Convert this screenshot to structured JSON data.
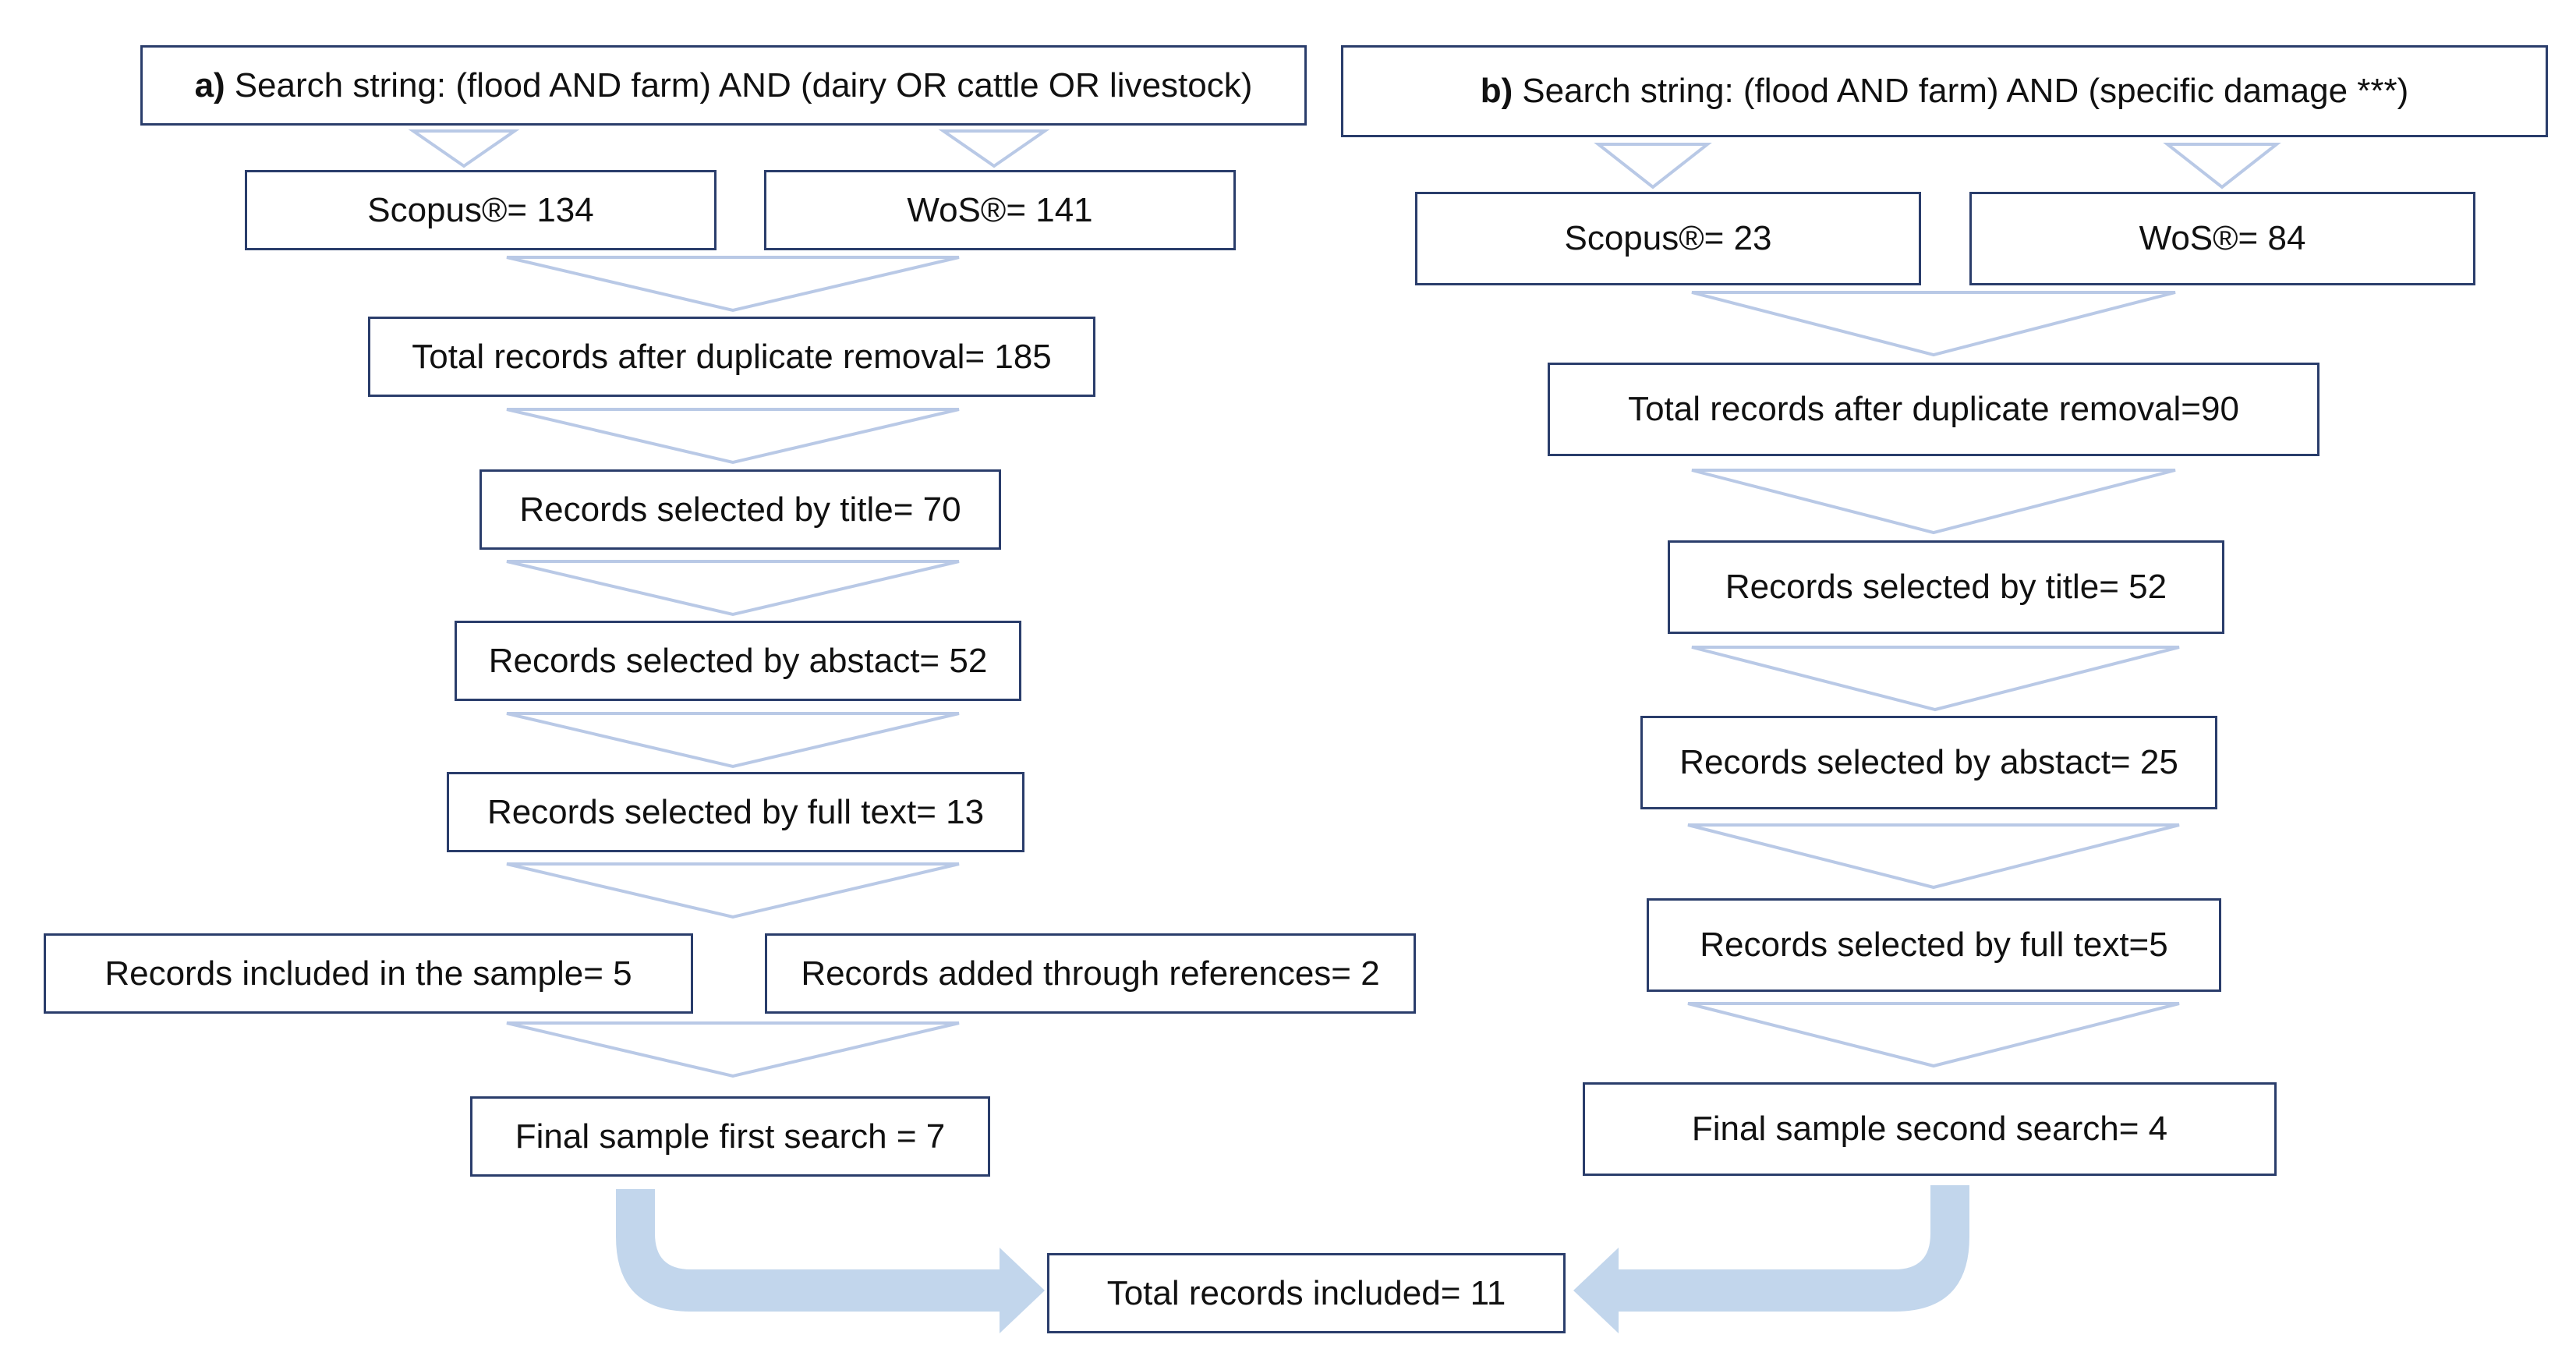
{
  "left_flow": {
    "search_prefix": "a)",
    "search_string": "Search string: (flood AND farm) AND (dairy OR cattle OR livestock)",
    "scopus": "Scopus®= 134",
    "wos": "WoS®= 141",
    "duplicates_removed": "Total records after duplicate removal= 185",
    "by_title": "Records selected by title= 70",
    "by_abstract": "Records selected by abstact=  52",
    "by_full_text": "Records selected by full text= 13",
    "included_in_sample": "Records included in the sample= 5",
    "added_through_references": "Records added through references= 2",
    "final_sample": "Final sample first search = 7"
  },
  "right_flow": {
    "search_prefix": "b)",
    "search_string": "Search string: (flood AND farm) AND (specific damage ***)",
    "scopus": "Scopus®= 23",
    "wos": "WoS®= 84",
    "duplicates_removed": "Total records after duplicate removal=90",
    "by_title": "Records selected by title= 52",
    "by_abstract": "Records selected by abstact= 25",
    "by_full_text": "Records selected by full text=5",
    "final_sample": "Final sample second search= 4"
  },
  "total": {
    "label": "Total records included= 11"
  },
  "colors": {
    "box_border": "#2a3d6b",
    "connector_outline": "#b9c9e6",
    "merge_arrow_fill": "#c2d6ec"
  }
}
